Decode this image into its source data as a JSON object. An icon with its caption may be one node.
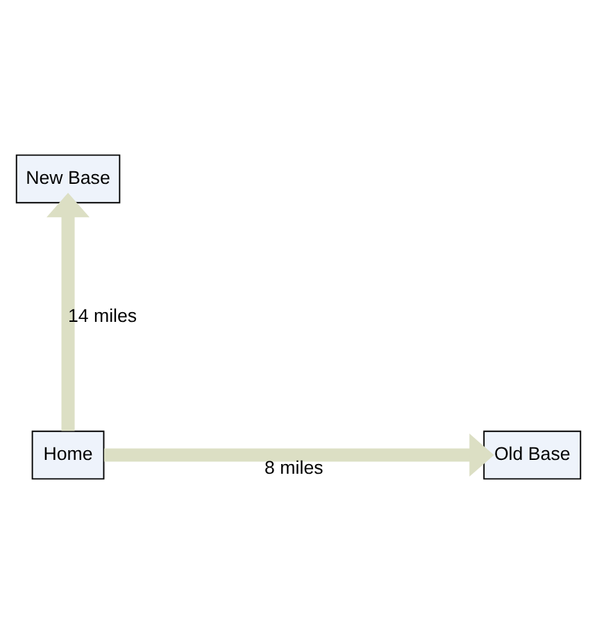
{
  "diagram": {
    "nodes": [
      {
        "text": [
          "New Base"
        ]
      },
      {
        "text": [
          "Old Base"
        ]
      },
      {
        "text": [
          "Home"
        ]
      }
    ],
    "edges": [
      {
        "from": 2,
        "to": 0,
        "arrow": "to",
        "label": "14 miles"
      },
      {
        "from": 2,
        "to": 1,
        "arrow": "to",
        "label": "8 miles"
      }
    ]
  }
}
